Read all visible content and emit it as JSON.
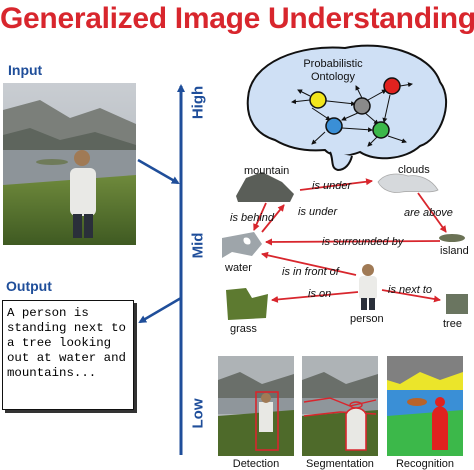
{
  "title": "Generalized Image Understanding",
  "input_label": "Input",
  "output_label": "Output",
  "output_text": "A person is\nstanding next to\na tree looking\nout at water and\nmountains...",
  "axis": {
    "high": "High",
    "mid": "Mid",
    "low": "Low"
  },
  "ontology": {
    "title": "Probabilistic\nOntology",
    "node_colors": [
      "#f2e51b",
      "#8a8a8a",
      "#e0221f",
      "#3a8fd6",
      "#3cb84a"
    ]
  },
  "objects": {
    "mountain": "mountain",
    "clouds": "clouds",
    "water": "water",
    "island": "island",
    "grass": "grass",
    "person": "person",
    "tree": "tree"
  },
  "relations": {
    "mountain_clouds": "is under",
    "mountain_water": "is behind",
    "water_mountain": "is under",
    "clouds_island": "are above",
    "island_water": "is surrounded by",
    "person_water": "is in front of",
    "person_grass": "is on",
    "person_tree": "is next to"
  },
  "captions": {
    "detection": "Detection",
    "segmentation": "Segmentation",
    "recognition": "Recognition"
  },
  "colors": {
    "title": "#d8262d",
    "axis": "#1f4e9a",
    "arrow": "#d8262d",
    "brain": "#cfe0f5"
  }
}
